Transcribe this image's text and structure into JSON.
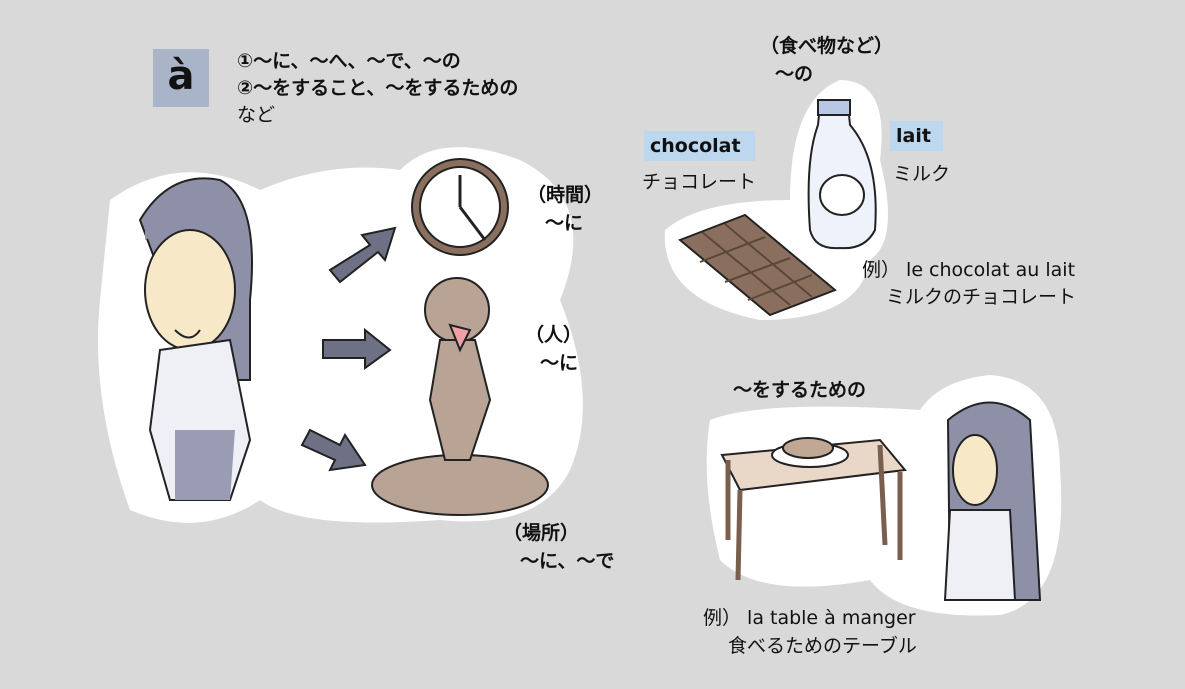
{
  "header": {
    "letter": "à",
    "line1": "①〜に、〜へ、〜で、〜の",
    "line2": "②〜をすること、〜をするための",
    "line3": "など"
  },
  "left": {
    "time": {
      "label": "（時間）",
      "meaning": "〜に"
    },
    "person": {
      "label": "（人）",
      "meaning": "〜に"
    },
    "place": {
      "label": "（場所）",
      "meaning": "〜に、〜で"
    }
  },
  "food": {
    "label": "（食べ物など）",
    "meaning": "〜の",
    "word1": "chocolat",
    "word1_ja": "チョコレート",
    "word2": "lait",
    "word2_ja": "ミルク",
    "example": "例）  le chocolat au lait",
    "example_ja": "ミルクのチョコレート"
  },
  "purpose": {
    "label": "〜をするための",
    "example": "例）  la table à manger",
    "example_ja": "食べるためのテーブル"
  },
  "colors": {
    "background": "#d9d9d9",
    "letter_box": "#a9b4c8",
    "word_highlight": "#bdd7ee"
  }
}
